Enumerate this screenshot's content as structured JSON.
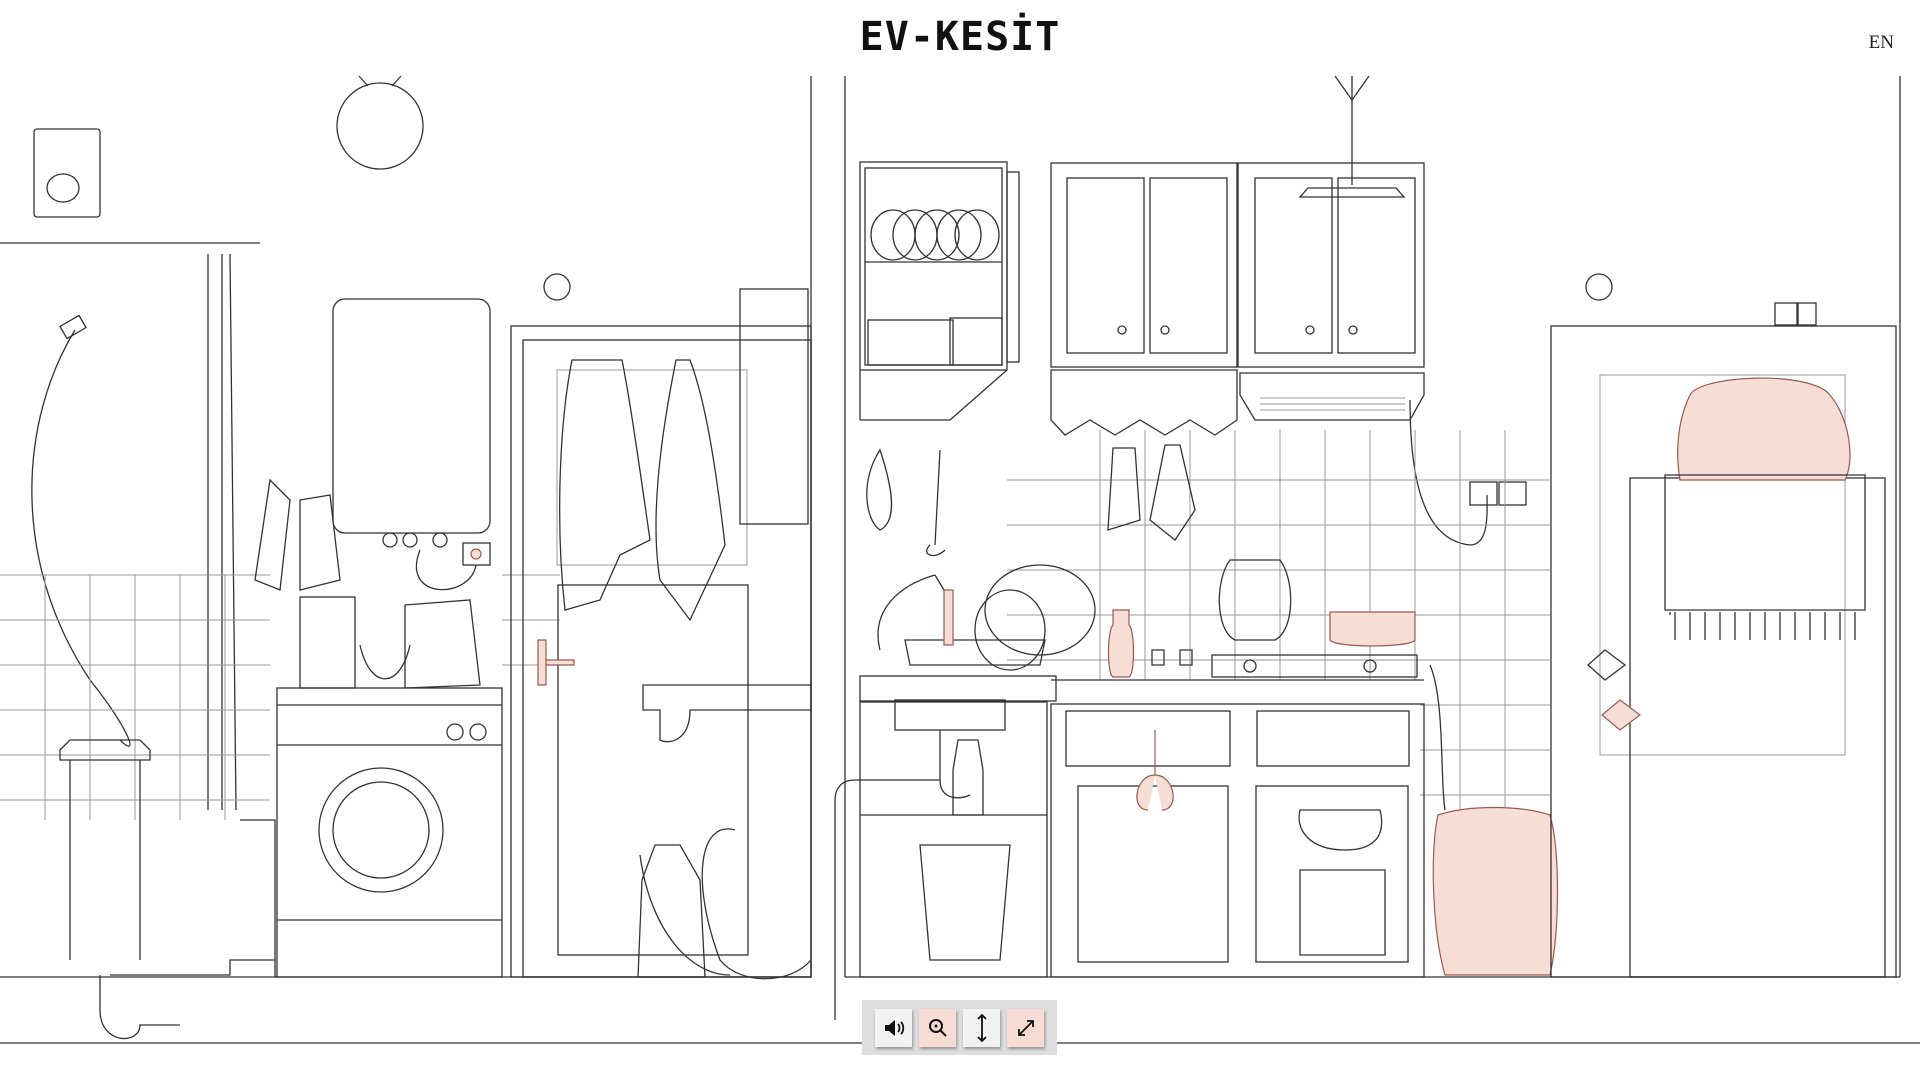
{
  "header": {
    "title": "EV-KESİT",
    "language_toggle": "EN"
  },
  "toolbar": {
    "buttons": [
      {
        "name": "sound",
        "icon": "speaker-icon"
      },
      {
        "name": "zoom",
        "icon": "magnifier-icon"
      },
      {
        "name": "vertical-scroll",
        "icon": "vertical-arrows-icon"
      },
      {
        "name": "fullscreen",
        "icon": "expand-icon"
      }
    ]
  },
  "colors": {
    "accent_pink": "#f7dcd5",
    "toolbar_bg": "#dedede",
    "line": "#333333"
  }
}
